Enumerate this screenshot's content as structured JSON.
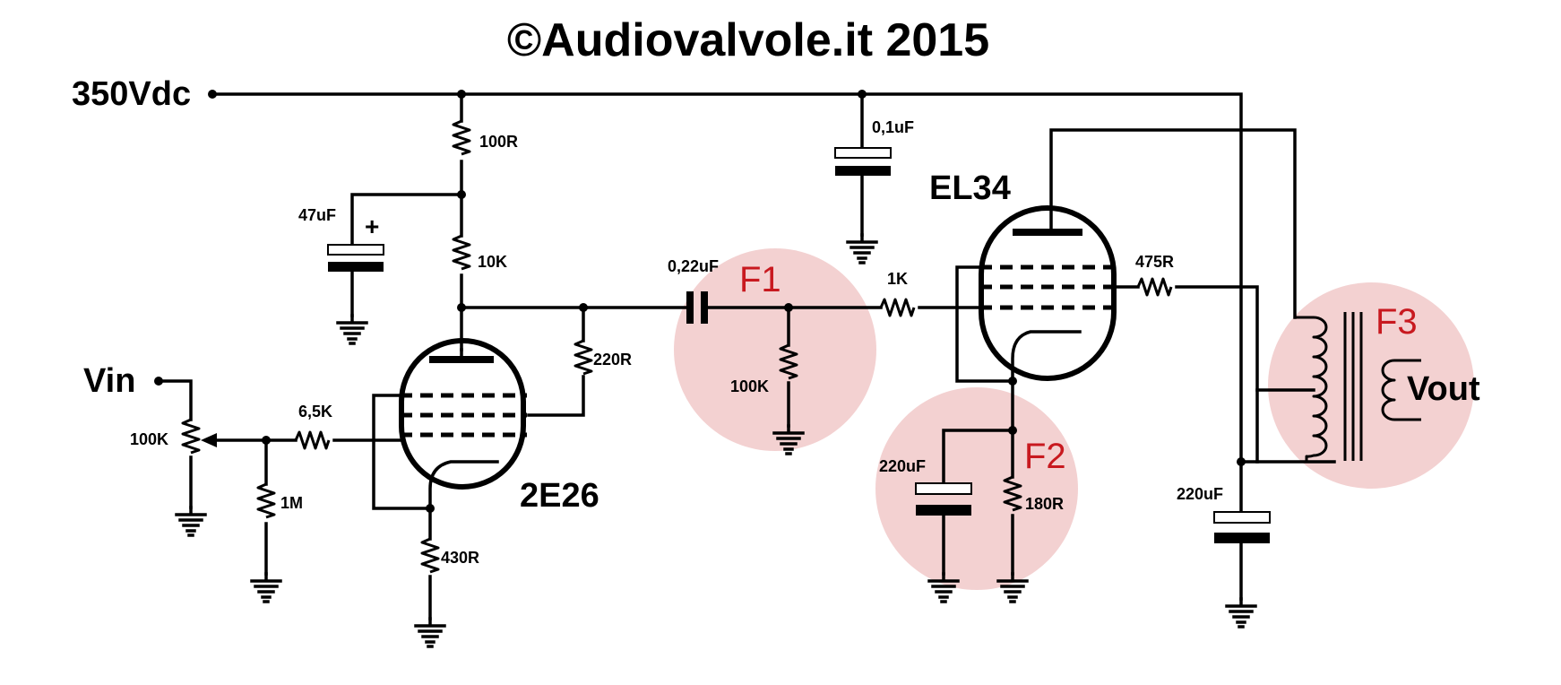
{
  "title": "©Audiovalvole.it 2015",
  "supply": "350Vdc",
  "input_label": "Vin",
  "output_label": "Vout",
  "tubes": {
    "driver": "2E26",
    "output": "EL34"
  },
  "zones": [
    "F1",
    "F2",
    "F3"
  ],
  "components": {
    "r_supply": "100R",
    "r_load": "10K",
    "c_decouple": "47uF",
    "c_decouple_polarity": "+",
    "c_bypass_top": "0,1uF",
    "c_coupling": "0,22uF",
    "r_grid_leak": "100K",
    "r_grid_stop": "1K",
    "r_screen_drv": "220R",
    "r_screen_out": "475R",
    "pot": "100K",
    "r_input": "6,5K",
    "r_input_leak": "1M",
    "r_cathode_drv": "430R",
    "c_cathode_out": "220uF",
    "r_cathode_out": "180R",
    "c_reservoir": "220uF"
  }
}
